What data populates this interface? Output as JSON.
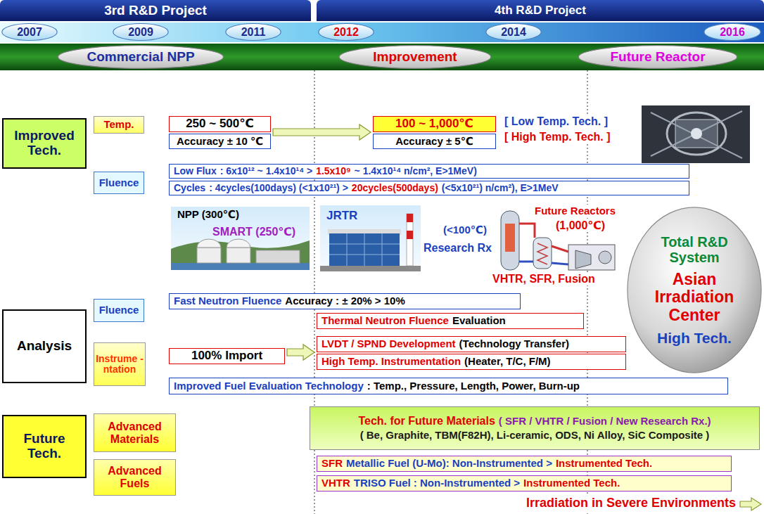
{
  "diagram": {
    "nodes": [
      {
        "text": [
          "3rd R&D Project"
        ]
      },
      {
        "text": [
          "4th R&D Project"
        ]
      },
      {
        "text": [
          "2007"
        ]
      },
      {
        "text": [
          "2009"
        ]
      },
      {
        "text": [
          "2011"
        ]
      },
      {
        "text": [
          "2012"
        ]
      },
      {
        "text": [
          "2014"
        ]
      },
      {
        "text": [
          "2016"
        ]
      },
      {
        "text": [
          "Commercial NPP"
        ]
      },
      {
        "text": [
          "Improvement"
        ]
      },
      {
        "text": [
          "Future Reactor"
        ]
      },
      {
        "text": [
          "Improved Tech."
        ]
      },
      {
        "text": [
          "Temp."
        ]
      },
      {
        "text": [
          "250 ~ 500℃"
        ]
      },
      {
        "text": [
          "100 ~ 1,000℃"
        ]
      },
      {
        "text": [
          "Accuracy ± 10 ℃"
        ]
      },
      {
        "text": [
          "Accuracy ± 5℃"
        ]
      },
      {
        "text": [
          "Fluence"
        ]
      },
      {
        "text": [
          "Low Flux",
          ": 6x10¹² ~ 1.4x10¹⁴ >",
          "1.5x10⁹",
          "~ 1.4x10¹⁴ n/cm², E>1MeV)"
        ]
      },
      {
        "text": [
          "Cycles",
          ": 4cycles(100days) (<1x10²¹) >",
          "20cycles(500days)",
          "(<5x10²¹) n/cm²), E>1MeV"
        ]
      },
      {
        "text": [
          "Total R&D System",
          "Asian Irradiation Center",
          "High Tech."
        ]
      },
      {
        "text": [
          "Analysis"
        ]
      },
      {
        "text": [
          "Fluence"
        ]
      },
      {
        "text": [
          "Fast Neutron Fluence",
          "Accuracy : ± 20% > 10%"
        ]
      },
      {
        "text": [
          "Thermal Neutron Fluence",
          "Evaluation"
        ]
      },
      {
        "text": [
          "Instrume -ntation"
        ]
      },
      {
        "text": [
          "100% Import"
        ]
      },
      {
        "text": [
          "LVDT / SPND Development",
          "(Technology Transfer)"
        ]
      },
      {
        "text": [
          "High Temp. Instrumentation",
          "(Heater, T/C, F/M)"
        ]
      },
      {
        "text": [
          "Improved Fuel Evaluation Technology",
          ": Temp., Pressure, Length, Power, Burn-up"
        ]
      },
      {
        "text": [
          "Future Tech."
        ]
      },
      {
        "text": [
          "Advanced Materials"
        ]
      },
      {
        "text": [
          "Tech. for Future Materials",
          "( SFR / VHTR / Fusion / New Research Rx.)",
          "( Be, Graphite, TBM(F82H), Li-ceramic, ODS, Ni Alloy, SiC Composite )"
        ]
      },
      {
        "text": [
          "Advanced Fuels"
        ]
      },
      {
        "text": [
          "SFR",
          "Metallic Fuel (U-Mo): Non-Instrumented >",
          "Instrumented Tech."
        ]
      },
      {
        "text": [
          "VHTR",
          "TRISO Fuel : Non-Instrumented >",
          "Instrumented Tech."
        ]
      }
    ],
    "edges": [
      {
        "from": 13,
        "to": 14,
        "arrow": "to"
      },
      {
        "from": 26,
        "to": 27,
        "arrow": "to"
      }
    ],
    "labels": [
      "[ Low Temp. Tech. ]",
      "[ High Temp. Tech. ]",
      "NPP (300℃)",
      "SMART (250℃)",
      "JRTR",
      "(<100℃)",
      "Research Rx",
      "Future Reactors",
      "(1,000℃)",
      "VHTR, SFR, Fusion",
      "Irradiation in Severe Environments"
    ]
  }
}
